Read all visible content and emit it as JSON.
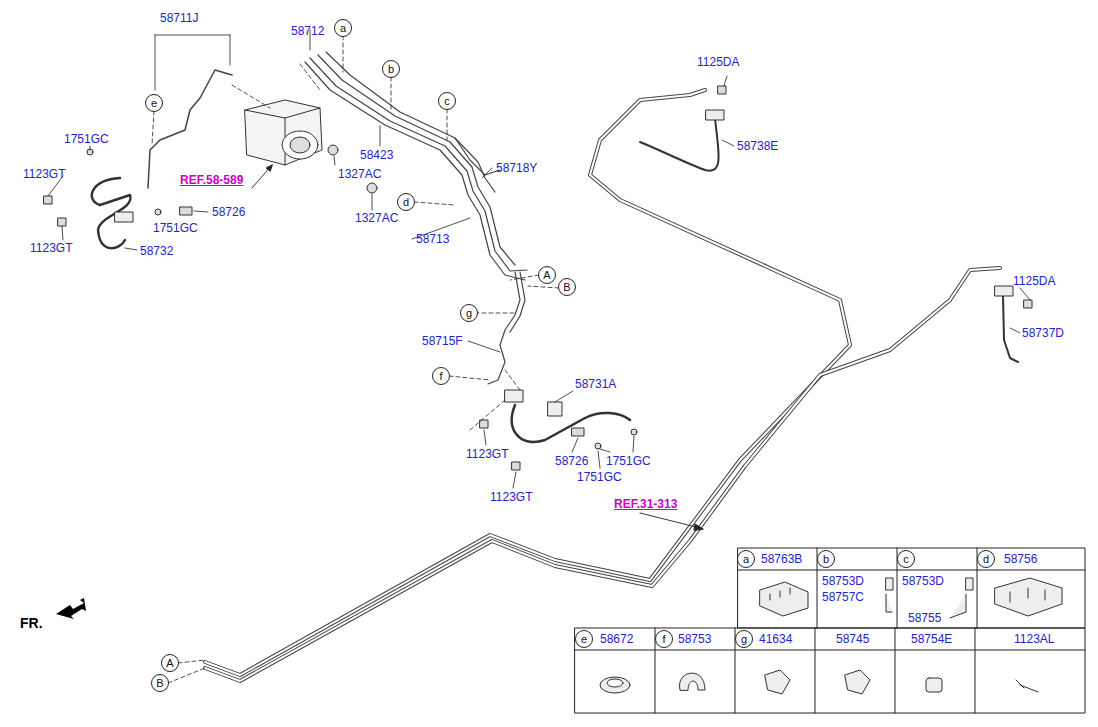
{
  "diagram": {
    "nodes": [
      {
        "text": [
          "a"
        ]
      },
      {
        "text": [
          "b"
        ]
      },
      {
        "text": [
          "c"
        ]
      },
      {
        "text": [
          "e"
        ]
      },
      {
        "text": [
          "d"
        ]
      },
      {
        "text": [
          "A"
        ]
      },
      {
        "text": [
          "B"
        ]
      },
      {
        "text": [
          "g"
        ]
      },
      {
        "text": [
          "f"
        ]
      },
      {
        "text": [
          "a"
        ]
      },
      {
        "text": [
          "b"
        ]
      },
      {
        "text": [
          "c"
        ]
      },
      {
        "text": [
          "d"
        ]
      },
      {
        "text": [
          "e"
        ]
      },
      {
        "text": [
          "f"
        ]
      },
      {
        "text": [
          "g"
        ]
      },
      {
        "text": [
          "A"
        ]
      },
      {
        "text": [
          "B"
        ]
      }
    ],
    "labels": [
      "58711J",
      "58712",
      "1751GC",
      "1123GT",
      "REF.58-589",
      "1327AC",
      "58423",
      "58718Y",
      "58726",
      "1327AC",
      "1751GC",
      "58713",
      "1123GT",
      "58732",
      "1125DA",
      "58738E",
      "1125DA",
      "58737D",
      "58715F",
      "58731A",
      "1123GT",
      "58726",
      "1751GC",
      "1751GC",
      "1123GT",
      "REF.31-313",
      "FR.",
      "58763B",
      "58753D",
      "58757C",
      "58753D",
      "58755",
      "58756",
      "58672",
      "58753",
      "41634",
      "58745",
      "58754E",
      "1123AL"
    ]
  }
}
